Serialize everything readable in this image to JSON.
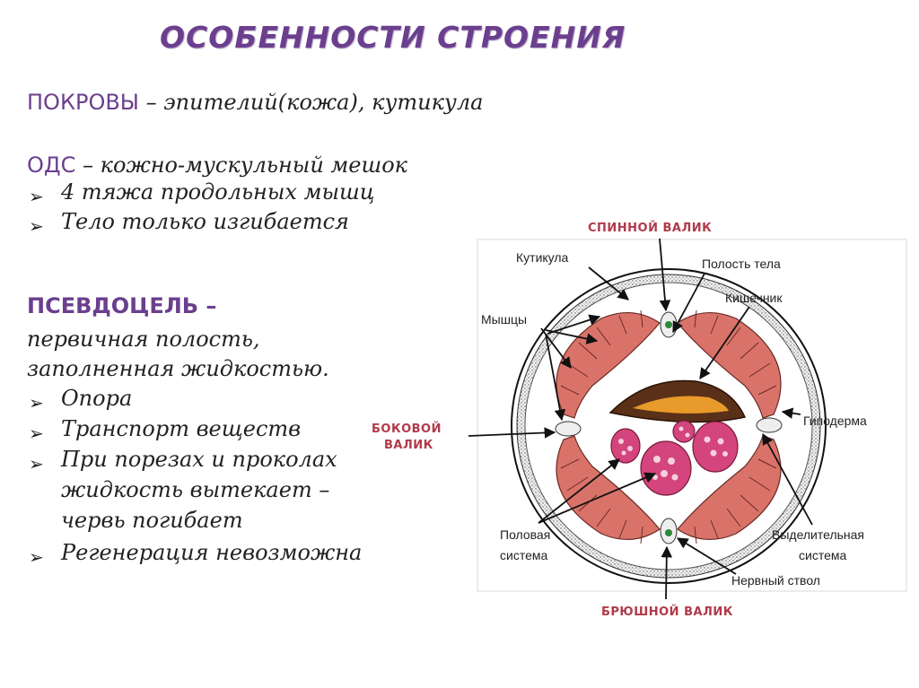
{
  "title": "ОСОБЕННОСТИ СТРОЕНИЯ",
  "covers": {
    "head": "ПОКРОВЫ",
    "text": " – эпителий(кожа), кутикула"
  },
  "ods": {
    "head": "ОДС",
    "text": " – кожно-мускульный мешок",
    "bullets": [
      "4 тяжа продольных мышц",
      "Тело только изгибается"
    ]
  },
  "pseudocoel": {
    "head": "ПСЕВДОЦЕЛЬ –",
    "line1": "первичная полость,",
    "line2": "заполненная жидкостью.",
    "bullets": [
      "Опора",
      "Транспорт веществ",
      "При порезах и проколах",
      "Регенерация невозможна"
    ],
    "bullet3_cont": [
      "жидкость вытекает –",
      "червь погибает"
    ]
  },
  "bullet_glyph": "➢",
  "diagram": {
    "labels": {
      "dorsal_ridge": "СПИННОЙ ВАЛИК",
      "ventral_ridge": "БРЮШНОЙ ВАЛИК",
      "lateral_ridge_1": "БОКОВОЙ",
      "lateral_ridge_2": "ВАЛИК",
      "cuticle": "Кутикула",
      "body_cavity": "Полость тела",
      "intestine": "Кишечник",
      "muscles": "Мышцы",
      "hypodermis": "Гиподерма",
      "reproductive_1": "Половая",
      "reproductive_2": "система",
      "excretory_1": "Выделительная",
      "excretory_2": "система",
      "nerve_cord": "Нервный ствол"
    },
    "colors": {
      "muscle": "#d9736a",
      "intestine": "#5a3018",
      "gut_lumen": "#e89a2a",
      "organ": "#d3457c"
    }
  }
}
